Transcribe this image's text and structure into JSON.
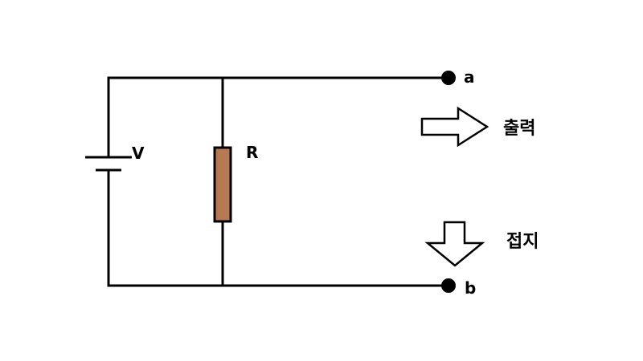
{
  "labels": {
    "voltage_source": "V",
    "resistor": "R",
    "terminal_a": "a",
    "terminal_b": "b",
    "output": "출력",
    "ground": "접지"
  },
  "colors": {
    "wire": "#000000",
    "resistor_fill": "#b87852",
    "terminal": "#000000",
    "arrow_fill": "#ffffff",
    "background": "#ffffff"
  },
  "icons": {
    "output_arrow": "right-arrow-icon",
    "ground_arrow": "down-arrow-icon"
  }
}
